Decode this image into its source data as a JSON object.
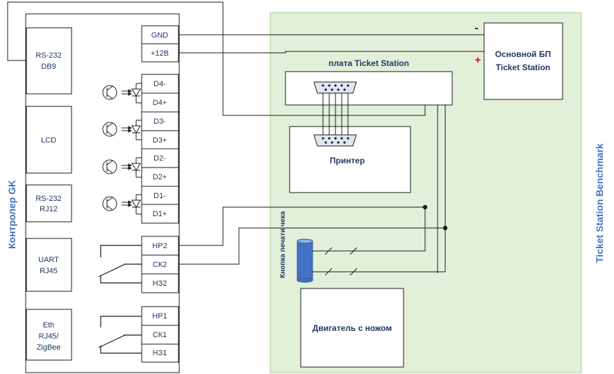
{
  "controller": {
    "title": "Контролер GK",
    "modules": [
      {
        "line1": "RS-232",
        "line2": "DB9"
      },
      {
        "line1": "LCD",
        "line2": ""
      },
      {
        "line1": "RS-232",
        "line2": "RJ12"
      },
      {
        "line1": "UART",
        "line2": "RJ45"
      },
      {
        "line1": "Eth",
        "line2": "RJ45/",
        "line3": "ZigBee"
      }
    ],
    "terminals": [
      "GND",
      "+12В",
      "D4-",
      "D4+",
      "D3-",
      "D3+",
      "D2-",
      "D2+",
      "D1-",
      "D1+",
      "НР2",
      "СК2",
      "НЗ2",
      "НР1",
      "СК1",
      "НЗ1"
    ]
  },
  "bench": {
    "title": "Ticket Station Benchmark",
    "board_label": "плата Ticket Station",
    "psu": {
      "line1": "Основной БП",
      "line2": "Ticket Station"
    },
    "printer": "Принтер",
    "motor": "Двигатель с ножом",
    "button": "Кнопка печати чека",
    "minus": "-",
    "plus": "+"
  },
  "colors": {
    "line": "#1a1a1a",
    "text": "#1f3864",
    "side_text": "#4472c4",
    "bench_fill": "#e2efd9",
    "bench_border": "#a9d08e",
    "plus": "#e00000",
    "button_fill": "#4472c4"
  }
}
